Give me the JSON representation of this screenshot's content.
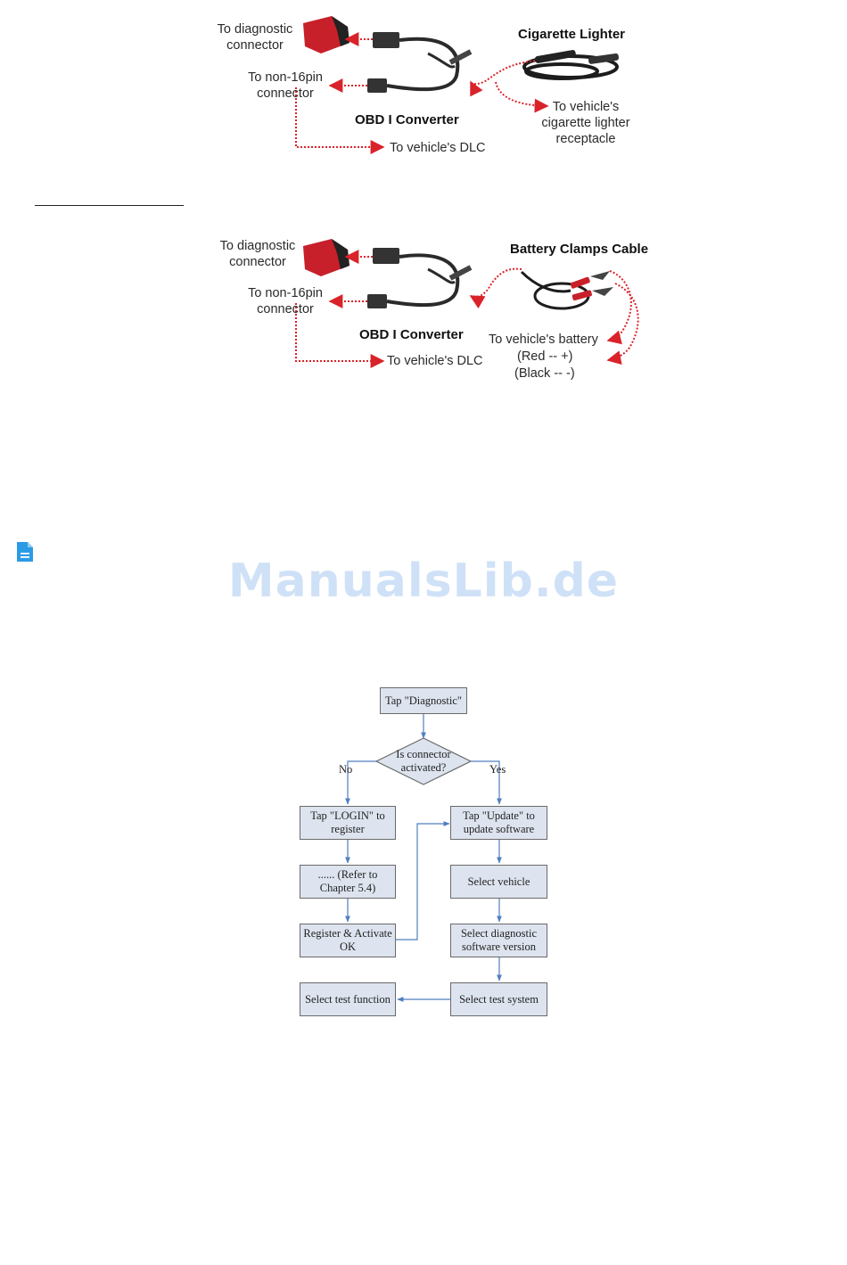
{
  "diagram1": {
    "title": "Cigarette Lighter",
    "to_diagnostic": "To diagnostic\nconnector",
    "to_non16": "To non-16pin\nconnector",
    "converter": "OBD I Converter",
    "to_dlc": "To vehicle's DLC",
    "to_receptacle": "To vehicle's\ncigarette lighter\nreceptacle"
  },
  "diagram2": {
    "title": "Battery Clamps Cable",
    "to_diagnostic": "To diagnostic\nconnector",
    "to_non16": "To non-16pin\nconnector",
    "converter": "OBD I Converter",
    "to_dlc": "To vehicle's DLC",
    "to_battery": "To vehicle's battery",
    "red": "(Red -- +)",
    "black": "(Black -- -)"
  },
  "watermark": "ManualsLib.de",
  "colors": {
    "arrow_red": "#d9232a",
    "flow_line": "#4f7fbf",
    "box_fill": "#dde4ef",
    "connector_red": "#c8202a",
    "watermark": "#cfe1f7",
    "icon_blue": "#2c9be6"
  },
  "icons": {
    "page": "document-icon"
  },
  "flowchart": {
    "start": "Tap \"Diagnostic\"",
    "decision": "Is connector\nactivated?",
    "no": "No",
    "yes": "Yes",
    "login": "Tap \"LOGIN\" to\nregister",
    "refer": "...... (Refer to\nChapter 5.4)",
    "register": "Register & Activate\nOK",
    "update": "Tap \"Update\" to\nupdate software",
    "select_vehicle": "Select vehicle",
    "select_version": "Select diagnostic\nsoftware version",
    "select_system": "Select test system",
    "select_function": "Select test function"
  }
}
